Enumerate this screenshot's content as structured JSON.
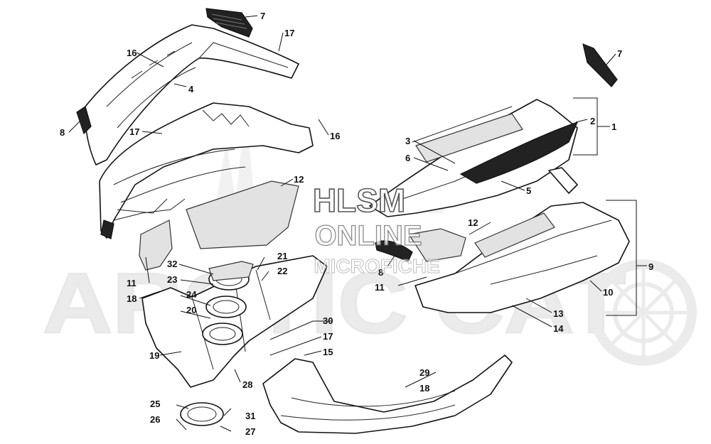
{
  "watermark": {
    "line1": "HLSM",
    "line2": "ONLINE",
    "line3": "MICROFICHE",
    "brand": "ARCTIC CAT"
  },
  "callouts": [
    {
      "id": "c1",
      "text": "1"
    },
    {
      "id": "c2",
      "text": "2"
    },
    {
      "id": "c3",
      "text": "3"
    },
    {
      "id": "c4",
      "text": "4"
    },
    {
      "id": "c5",
      "text": "5"
    },
    {
      "id": "c6",
      "text": "6"
    },
    {
      "id": "c7a",
      "text": "7"
    },
    {
      "id": "c7b",
      "text": "7"
    },
    {
      "id": "c8a",
      "text": "8"
    },
    {
      "id": "c8b",
      "text": "8"
    },
    {
      "id": "c9",
      "text": "9"
    },
    {
      "id": "c10",
      "text": "10"
    },
    {
      "id": "c11a",
      "text": "11"
    },
    {
      "id": "c11b",
      "text": "11"
    },
    {
      "id": "c12a",
      "text": "12"
    },
    {
      "id": "c12b",
      "text": "12"
    },
    {
      "id": "c13",
      "text": "13"
    },
    {
      "id": "c14",
      "text": "14"
    },
    {
      "id": "c15",
      "text": "15"
    },
    {
      "id": "c16a",
      "text": "16"
    },
    {
      "id": "c16b",
      "text": "16"
    },
    {
      "id": "c17a",
      "text": "17"
    },
    {
      "id": "c17b",
      "text": "17"
    },
    {
      "id": "c17c",
      "text": "17"
    },
    {
      "id": "c18a",
      "text": "18"
    },
    {
      "id": "c18b",
      "text": "18"
    },
    {
      "id": "c19",
      "text": "19"
    },
    {
      "id": "c20",
      "text": "20"
    },
    {
      "id": "c21",
      "text": "21"
    },
    {
      "id": "c22",
      "text": "22"
    },
    {
      "id": "c23",
      "text": "23"
    },
    {
      "id": "c24",
      "text": "24"
    },
    {
      "id": "c25",
      "text": "25"
    },
    {
      "id": "c26",
      "text": "26"
    },
    {
      "id": "c27",
      "text": "27"
    },
    {
      "id": "c28",
      "text": "28"
    },
    {
      "id": "c29",
      "text": "29"
    },
    {
      "id": "c30",
      "text": "30"
    },
    {
      "id": "c31",
      "text": "31"
    },
    {
      "id": "c32",
      "text": "32"
    }
  ]
}
